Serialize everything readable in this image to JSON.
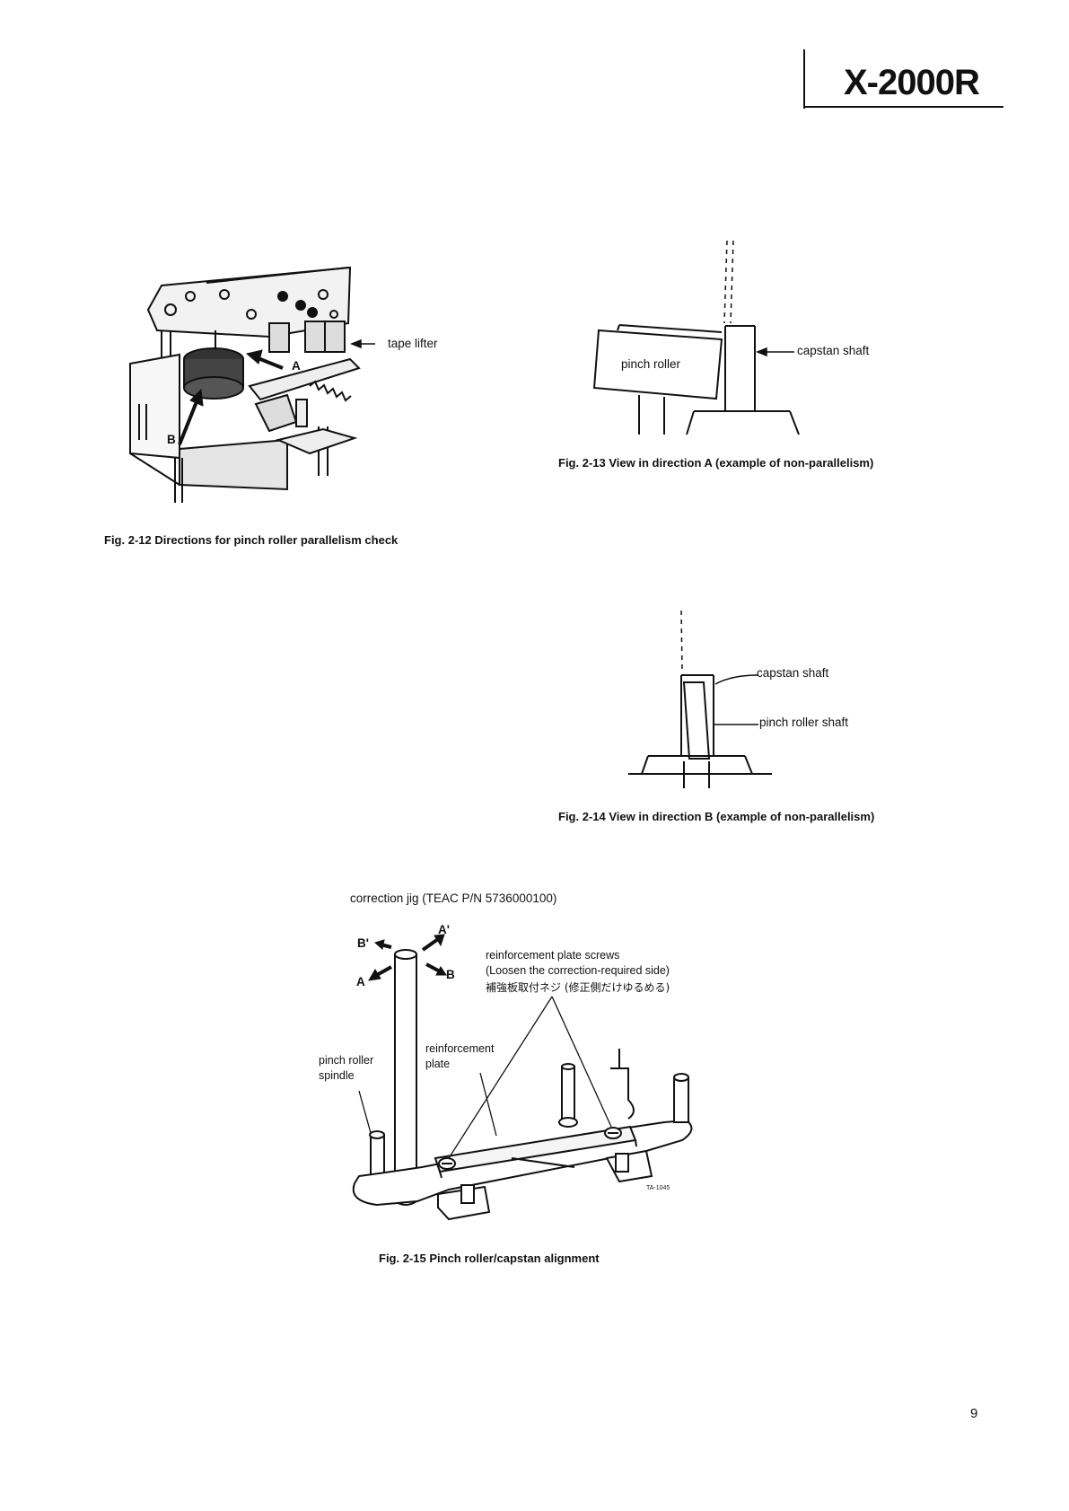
{
  "header": {
    "model": "X-2000R"
  },
  "fig12": {
    "caption": "Fig. 2-12  Directions for pinch roller parallelism check",
    "label_tape_lifter": "tape lifter",
    "label_a": "A",
    "label_b": "B"
  },
  "fig13": {
    "caption": "Fig. 2-13  View in direction A (example of non-parallelism)",
    "label_pinch_roller": "pinch roller",
    "label_capstan_shaft": "capstan shaft"
  },
  "fig14": {
    "caption": "Fig. 2-14  View in direction B (example of non-parallelism)",
    "label_capstan_shaft": "capstan shaft",
    "label_pinch_roller_shaft": "pinch roller shaft"
  },
  "fig15": {
    "caption": "Fig. 2-15  Pinch roller/capstan alignment",
    "label_jig": "correction jig (TEAC P/N 5736000100)",
    "label_screws_line1": "reinforcement plate screws",
    "label_screws_line2": "(Loosen the correction-required side)",
    "label_screws_jp": "補強板取付ネジ (修正側だけゆるめる)",
    "label_reinf_line1": "reinforcement",
    "label_reinf_line2": "plate",
    "label_spindle_line1": "pinch roller",
    "label_spindle_line2": "spindle",
    "dir_a": "A",
    "dir_a_prime": "A'",
    "dir_b": "B",
    "dir_b_prime": "B'",
    "ref_code": "TA-1045"
  },
  "footer": {
    "page_number": "9"
  }
}
